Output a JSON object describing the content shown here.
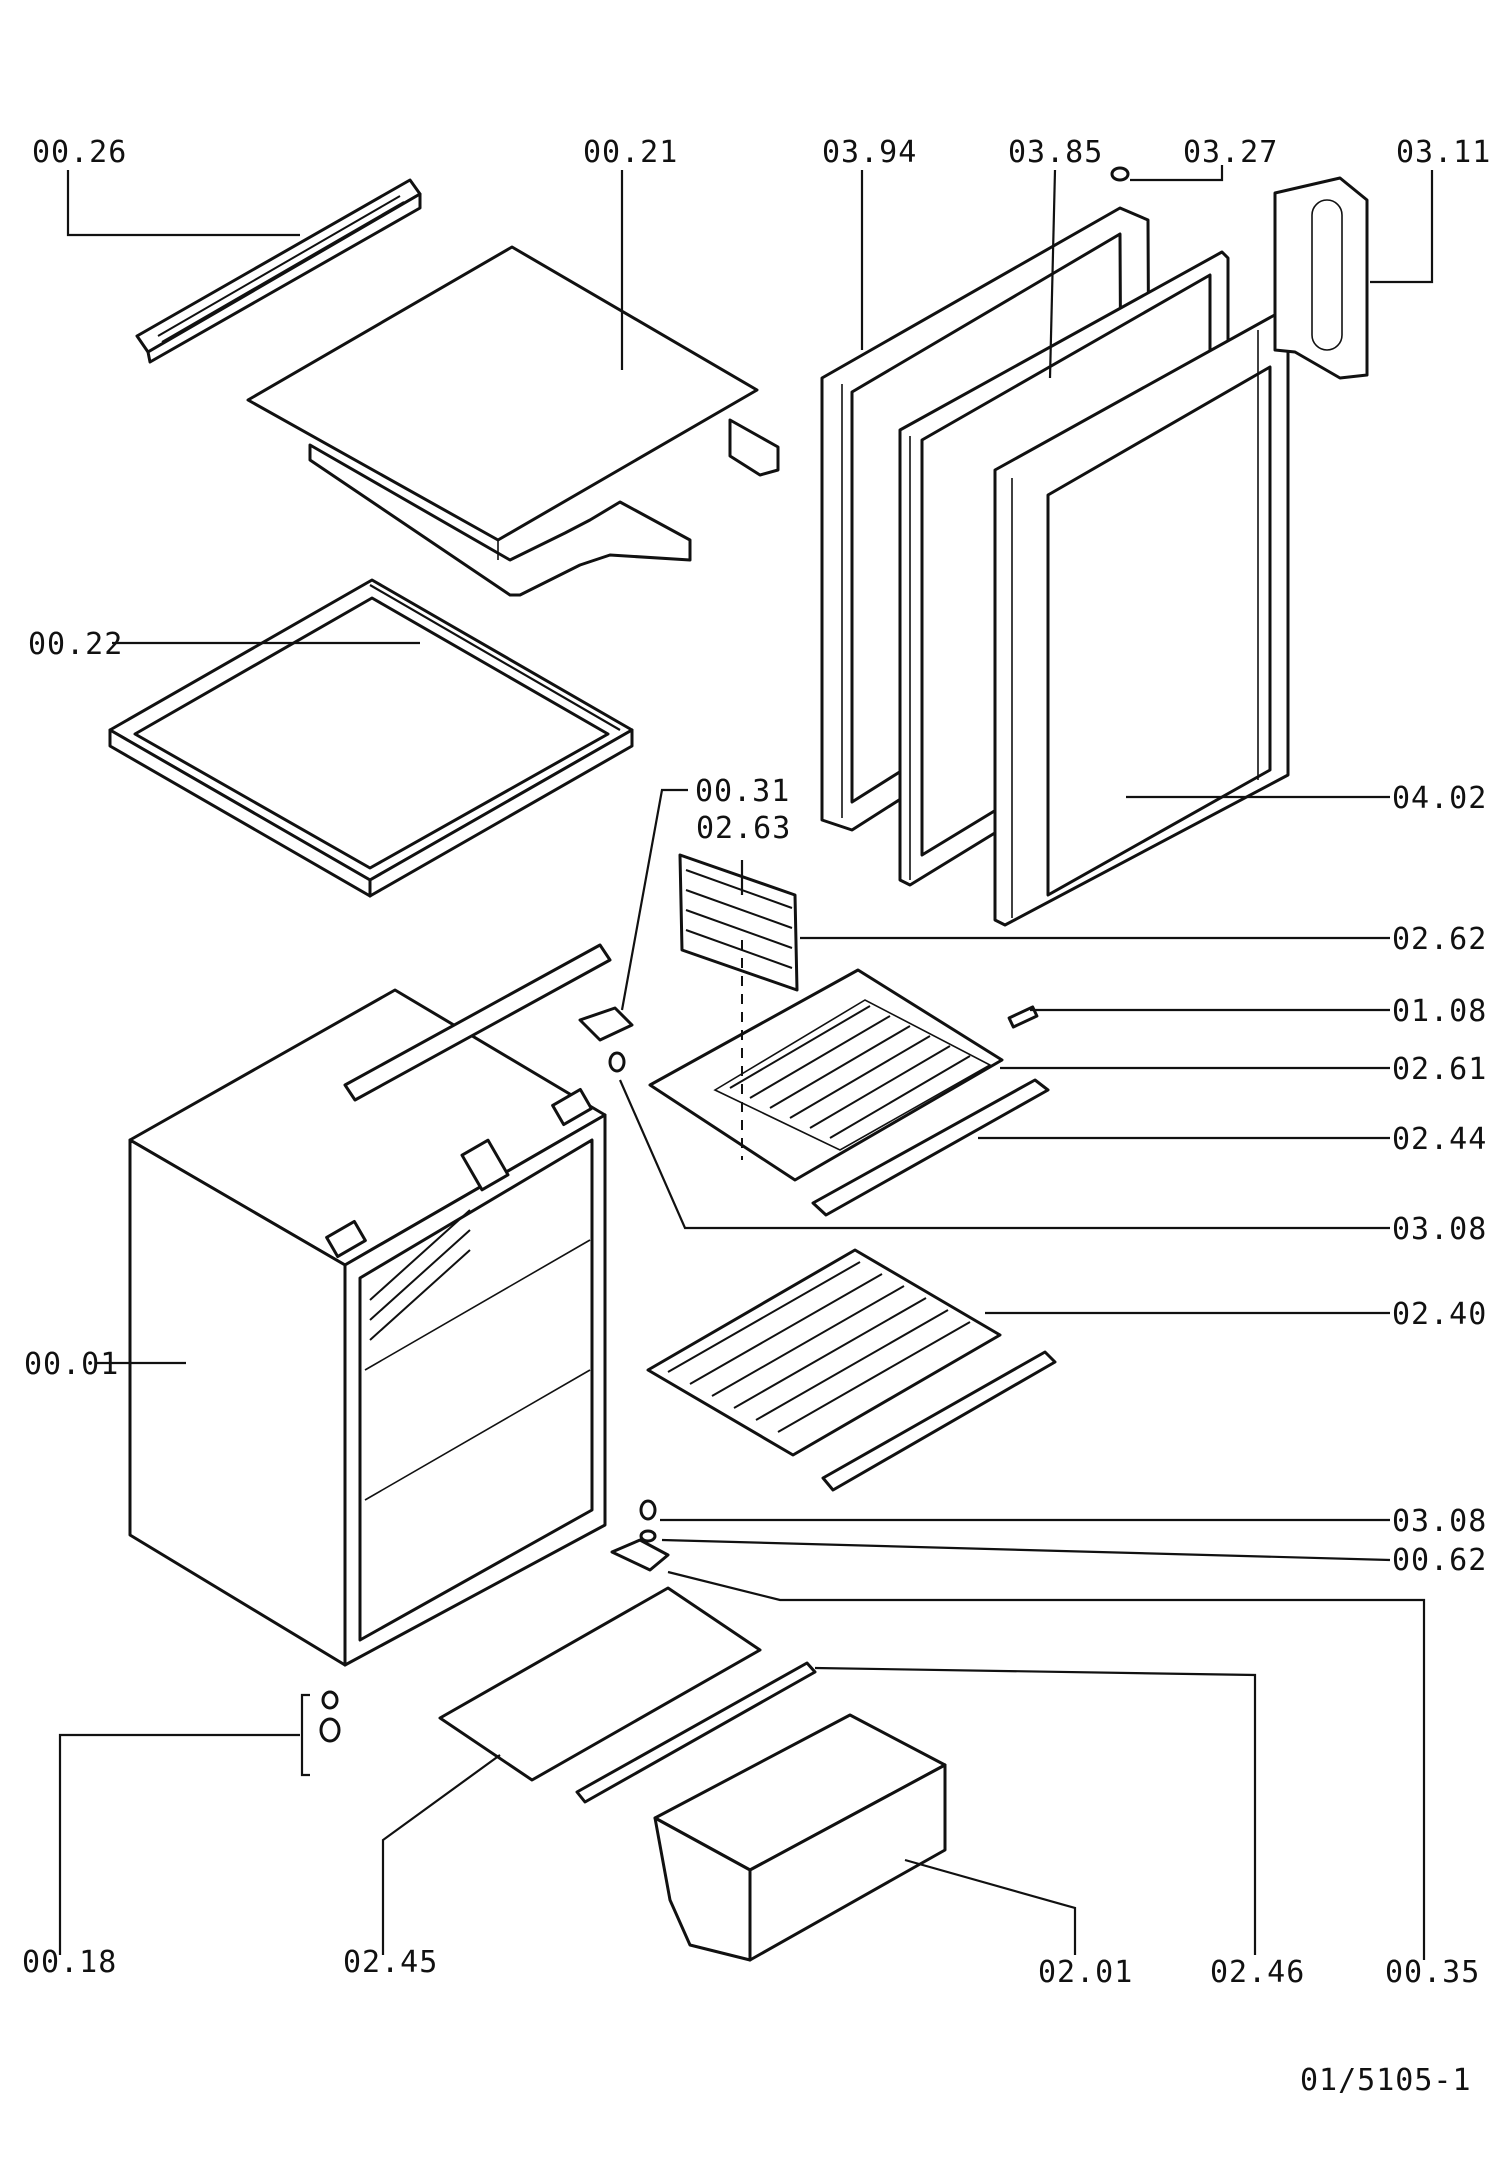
{
  "drawing_number": "01/5105-1",
  "labels": {
    "p0026": "00.26",
    "p0021": "00.21",
    "p0394": "03.94",
    "p0385": "03.85",
    "p0327": "03.27",
    "p0311": "03.11",
    "p0022": "00.22",
    "p0031": "00.31",
    "p0263": "02.63",
    "p0402": "04.02",
    "p0262": "02.62",
    "p0108": "01.08",
    "p0261": "02.61",
    "p0244": "02.44",
    "p0308a": "03.08",
    "p0001": "00.01",
    "p0240": "02.40",
    "p0308b": "03.08",
    "p0062": "00.62",
    "p0018": "00.18",
    "p0245": "02.45",
    "p0201": "02.01",
    "p0246": "02.46",
    "p0035": "00.35"
  }
}
